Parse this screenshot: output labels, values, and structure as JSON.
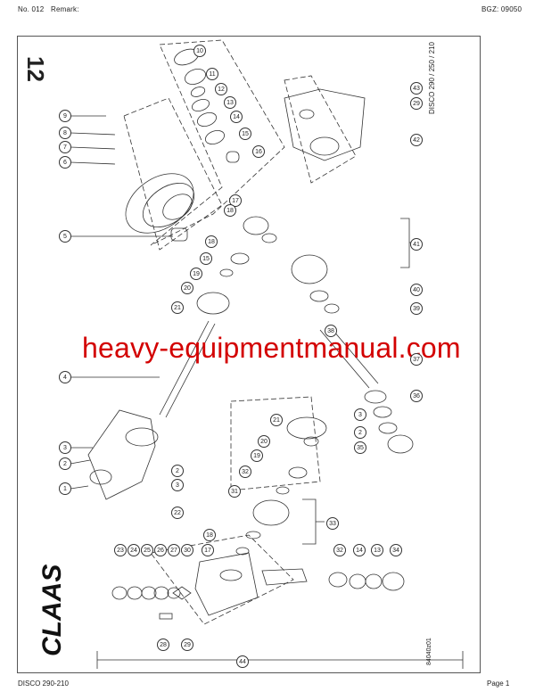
{
  "header": {
    "doc_no": "No. 012",
    "remark": "Remark:",
    "bgz": "BGZ: 09050"
  },
  "sheet": {
    "page_number": "12",
    "model": "DISCO 290 / 250 / 210",
    "drawing_code": "84040z01",
    "brand_logo_text": "CLAAS"
  },
  "watermark": "heavy-equipmentmanual.com",
  "footer": {
    "model": "DISCO 290-210",
    "page": "Page 1"
  },
  "callouts": [
    "1",
    "2",
    "3",
    "4",
    "5",
    "6",
    "7",
    "8",
    "9",
    "10",
    "11",
    "12",
    "13",
    "14",
    "15",
    "16",
    "17",
    "18",
    "19",
    "20",
    "21",
    "22",
    "23",
    "24",
    "25",
    "26",
    "27",
    "28",
    "29",
    "30",
    "31",
    "32",
    "33",
    "34",
    "35",
    "36",
    "37",
    "38",
    "39",
    "40",
    "41",
    "42",
    "43",
    "44"
  ],
  "callouts_repeat": [
    "2",
    "3",
    "13",
    "14",
    "15",
    "17",
    "18",
    "19",
    "20",
    "21",
    "29",
    "32",
    "14",
    "13",
    "18"
  ]
}
